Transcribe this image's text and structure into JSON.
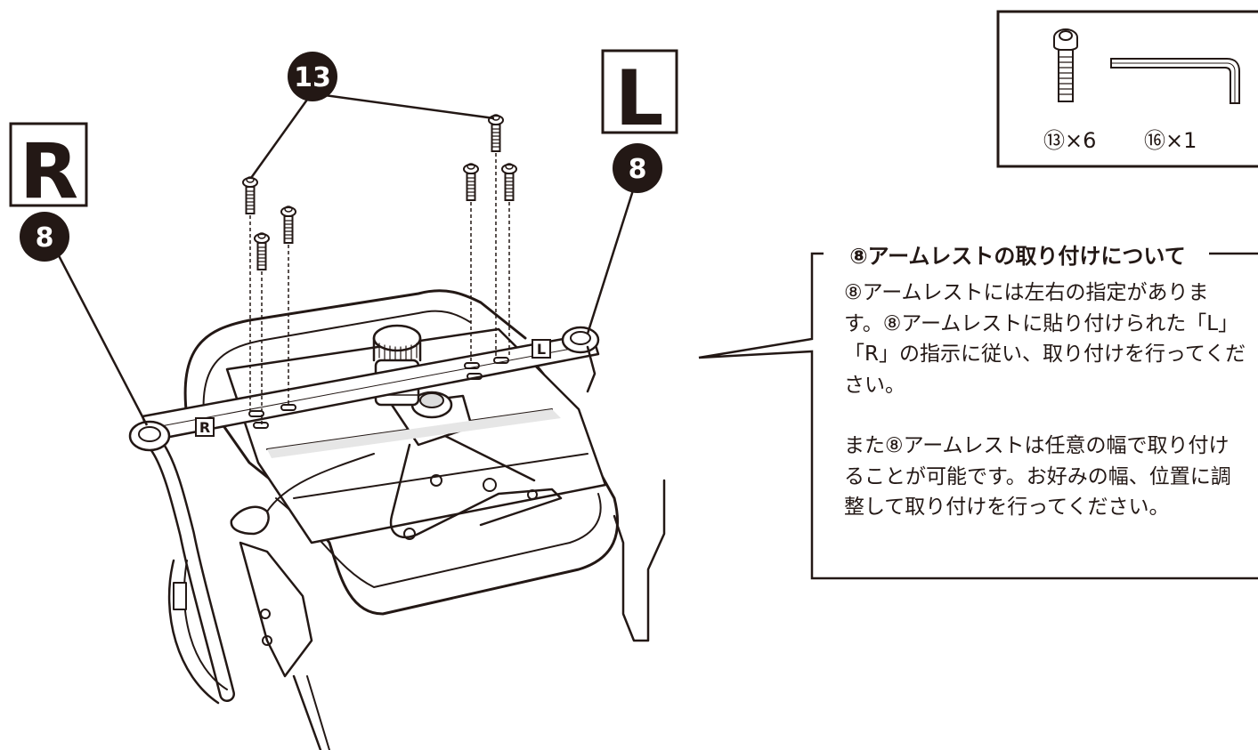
{
  "badges": {
    "screw_part": "13",
    "armrest_right_part": "8",
    "armrest_left_part": "8"
  },
  "side_labels": {
    "right": "R",
    "left": "L",
    "bar_right": "R",
    "bar_left": "L"
  },
  "parts_box": {
    "screw_qty": "⑬×6",
    "wrench_qty": "⑯×1",
    "items": [
      {
        "icon": "bolt-icon"
      },
      {
        "icon": "hex-wrench-icon"
      }
    ]
  },
  "note": {
    "title": "⑧アームレストの取り付けについて",
    "paragraph1": "⑧アームレストには左右の指定があります。⑧アームレストに貼り付けられた「L」「R」の指示に従い、取り付けを行ってください。",
    "paragraph2": "また⑧アームレストは任意の幅で取り付けることが可能です。お好みの幅、位置に調整して取り付けを行ってください。"
  },
  "colors": {
    "ink": "#231815",
    "paper": "#ffffff",
    "shade": "#e6e6e6"
  }
}
